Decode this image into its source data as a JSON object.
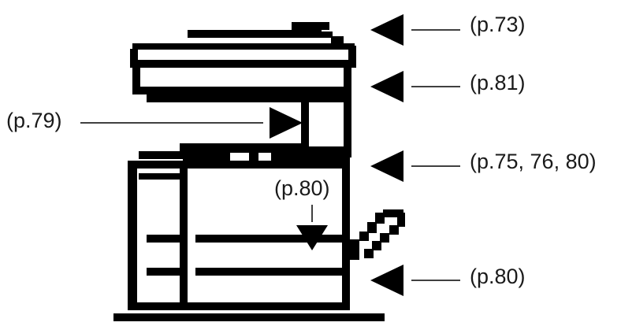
{
  "callouts": {
    "document_feeder": "(p.73)",
    "scanner": "(p.81)",
    "output_tray": "(p.79)",
    "front_cover": "(p.75, 76, 80)",
    "paper_tray_arrow": "(p.80)",
    "paper_drawer": "(p.80)"
  },
  "colors": {
    "ink": "#000000",
    "text": "#1a1a1a",
    "background": "#ffffff"
  }
}
